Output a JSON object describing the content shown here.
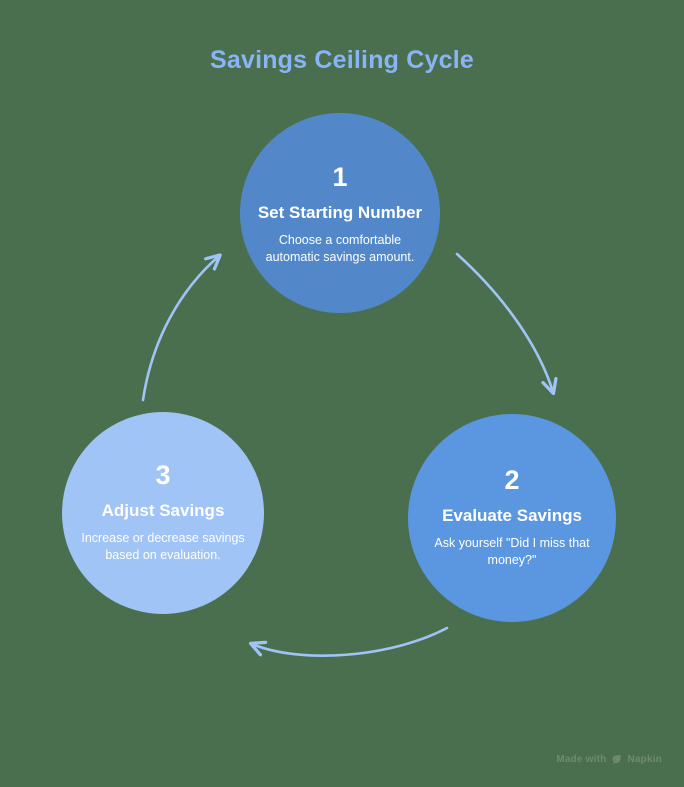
{
  "diagram": {
    "title": "Savings Ceiling Cycle",
    "type": "cycle",
    "background_color": "#4a6f4e",
    "title_color": "#8ab4f8",
    "arrow_color": "#9fc4f5",
    "nodes": [
      {
        "number": "1",
        "title": "Set Starting Number",
        "description": "Choose a comfortable automatic savings amount.",
        "color": "#5288c9"
      },
      {
        "number": "2",
        "title": "Evaluate Savings",
        "description": "Ask yourself \"Did I miss that money?\"",
        "color": "#5b96e0"
      },
      {
        "number": "3",
        "title": "Adjust Savings",
        "description": "Increase or decrease savings based on evaluation.",
        "color": "#9fc4f5"
      }
    ],
    "arrows": [
      {
        "from": "1",
        "to": "2",
        "name": "arrow-one-to-two"
      },
      {
        "from": "2",
        "to": "3",
        "name": "arrow-two-to-three"
      },
      {
        "from": "3",
        "to": "1",
        "name": "arrow-three-to-one"
      }
    ]
  },
  "watermark": {
    "text_prefix": "Made with",
    "icon": "leaf-icon",
    "brand": "Napkin"
  }
}
